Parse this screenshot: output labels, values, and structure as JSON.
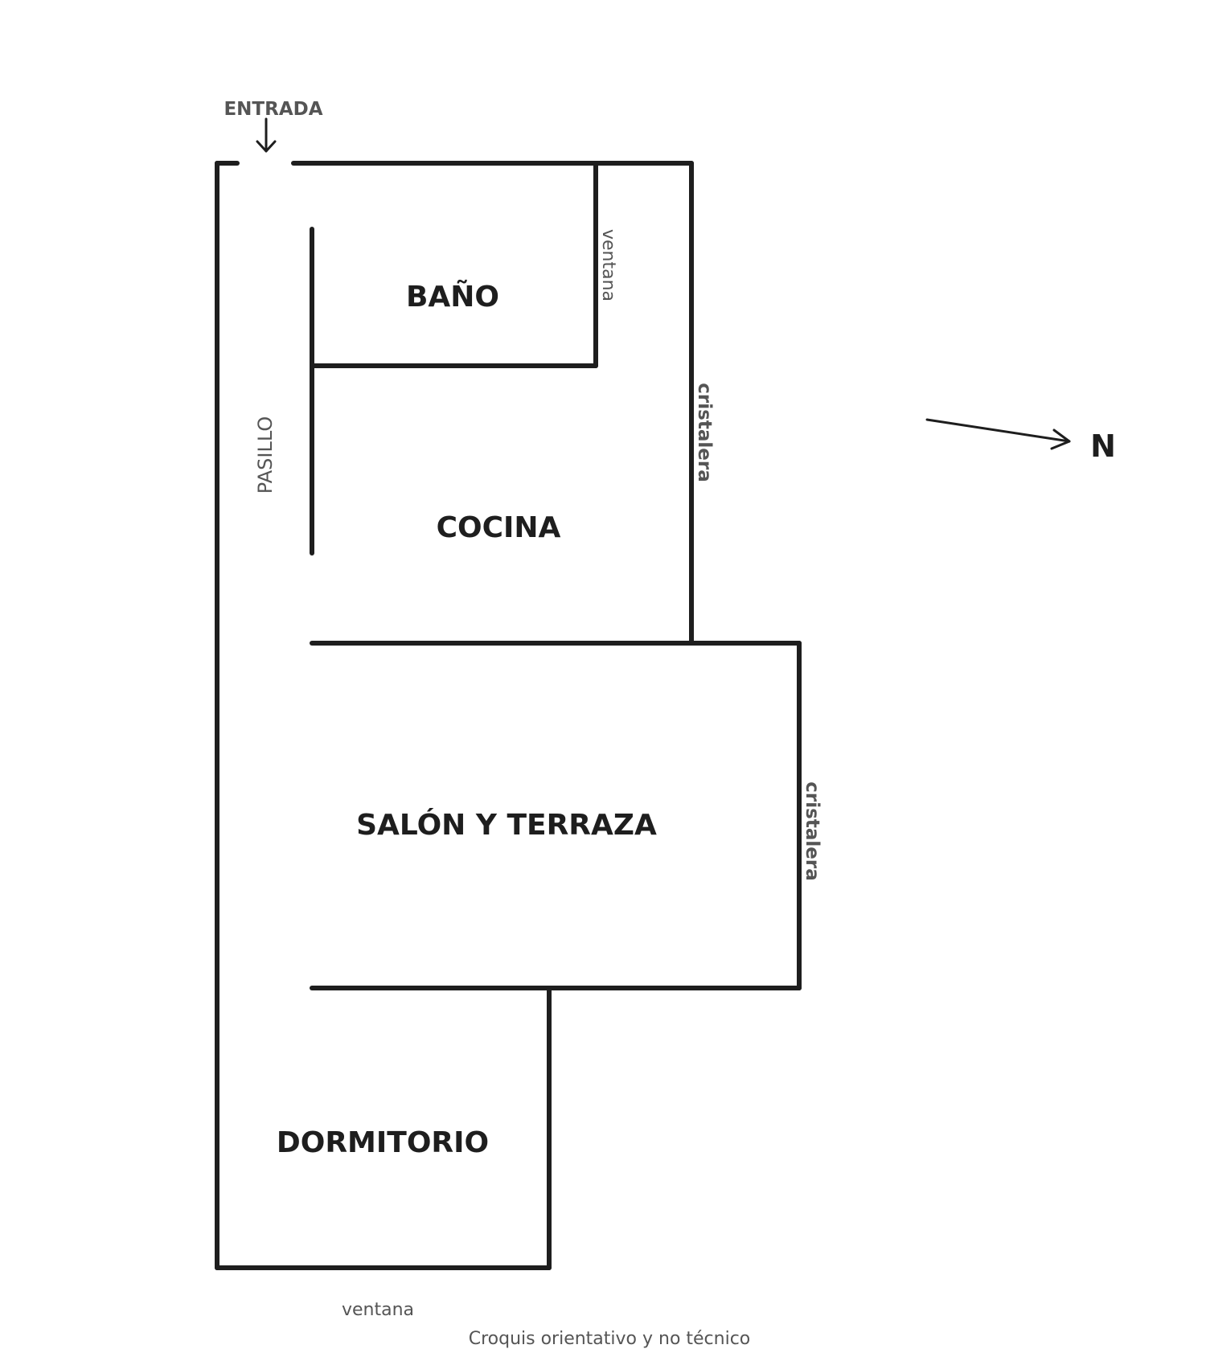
{
  "entrance": {
    "label": "ENTRADA"
  },
  "rooms": {
    "bano": "BAÑO",
    "cocina": "COCINA",
    "salon": "SALÓN Y TERRAZA",
    "dormitorio": "DORMITORIO",
    "pasillo": "PASILLO"
  },
  "openings": {
    "bano_window": "ventana",
    "cocina_glass": "cristalera",
    "salon_glass": "cristalera",
    "dormitorio_window": "ventana"
  },
  "compass": {
    "label": "N"
  },
  "footer": {
    "note": "Croquis orientativo y no técnico"
  },
  "colors": {
    "wall": "#1e1e1e",
    "secondary_text": "#555555",
    "background": "#ffffff"
  }
}
